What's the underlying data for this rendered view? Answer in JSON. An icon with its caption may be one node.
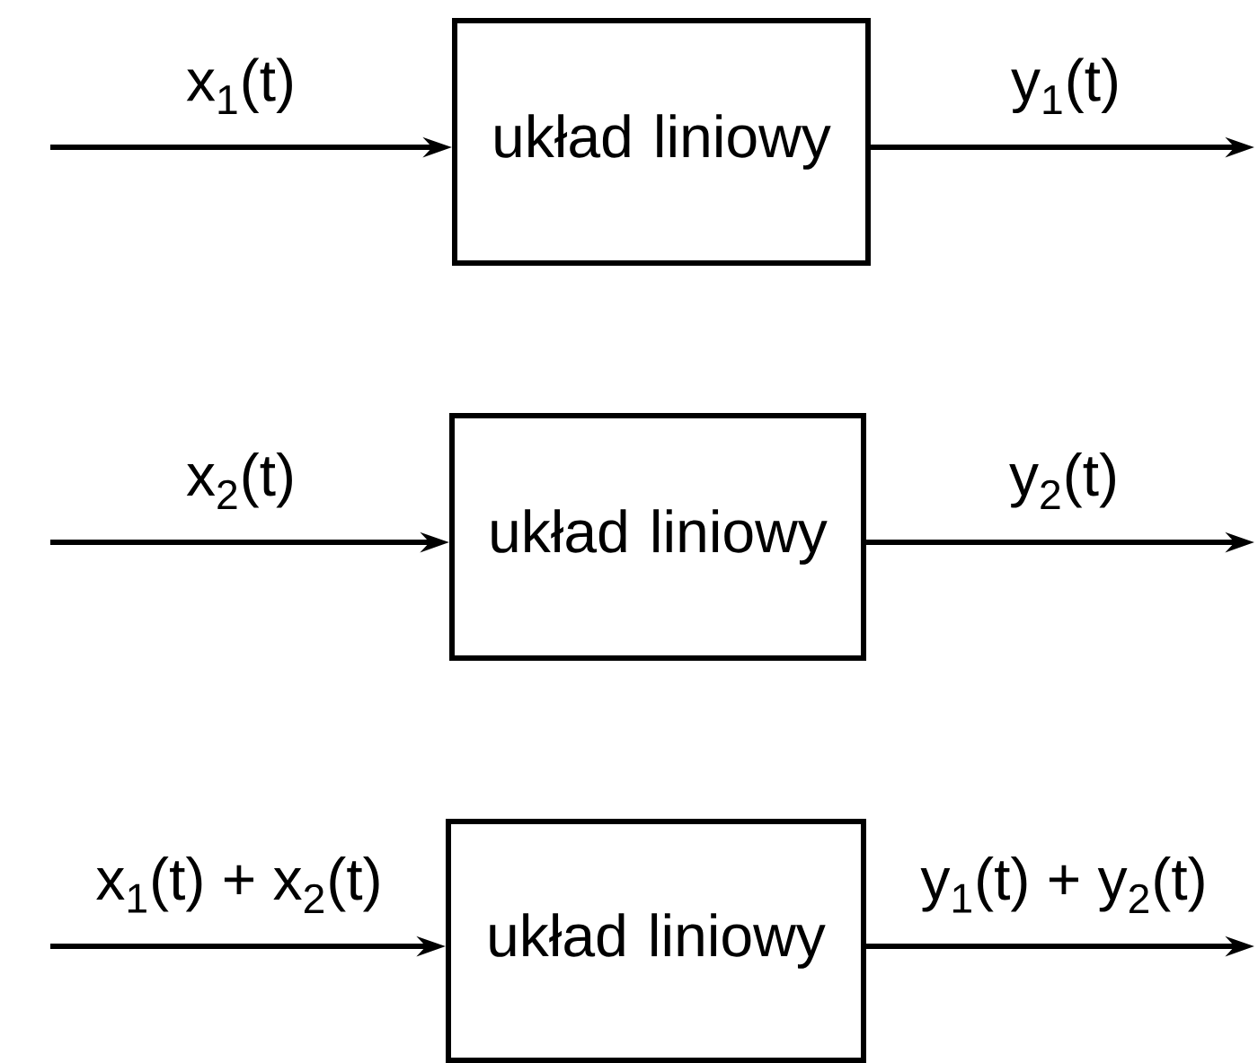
{
  "diagram": {
    "nodes": [
      {
        "text": [
          "układ liniowy"
        ]
      },
      {
        "text": [
          "układ liniowy"
        ]
      },
      {
        "text": [
          "układ liniowy"
        ]
      }
    ],
    "edges": [
      {
        "from": null,
        "to": 0,
        "arrow": "to",
        "label": "x$_{1}$(t)"
      },
      {
        "from": 0,
        "to": null,
        "arrow": "to",
        "label": "y$_{1}$(t)"
      },
      {
        "from": null,
        "to": 1,
        "arrow": "to",
        "label": "x$_{2}$(t)"
      },
      {
        "from": 1,
        "to": null,
        "arrow": "to",
        "label": "y$_{2}$(t)"
      },
      {
        "from": null,
        "to": 2,
        "arrow": "to",
        "label": "x$_{1}$(t) + x$_{2}$(t)"
      },
      {
        "from": 2,
        "to": null,
        "arrow": "to",
        "label": "y$_{1}$(t) + y$_{2}$(t)"
      }
    ]
  }
}
